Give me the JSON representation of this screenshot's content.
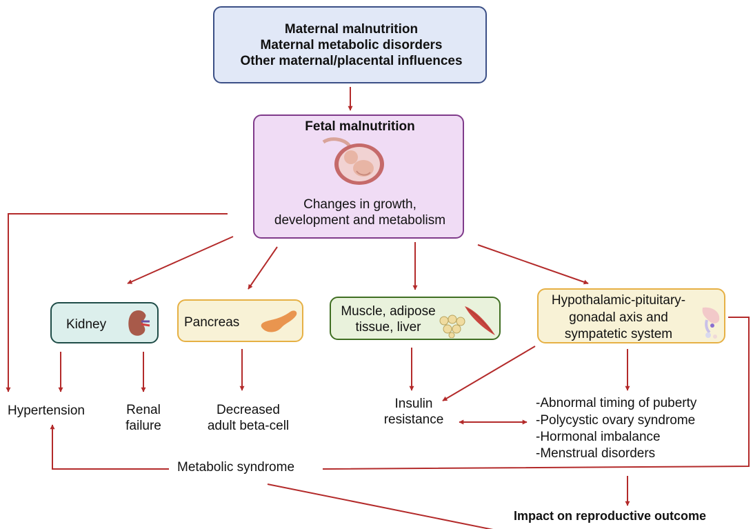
{
  "maternal_box": {
    "line1": "Maternal malnutrition",
    "line2": "Maternal metabolic disorders",
    "line3": "Other maternal/placental influences"
  },
  "fetal_box": {
    "title": "Fetal malnutrition",
    "changes_line1": "Changes in growth,",
    "changes_line2": "development and metabolism",
    "icon": "fetus-in-womb-icon"
  },
  "organs": {
    "kidney": {
      "label": "Kidney",
      "icon": "kidney-icon"
    },
    "pancreas": {
      "label": "Pancreas",
      "icon": "pancreas-icon"
    },
    "muscle": {
      "line1": "Muscle, adipose",
      "line2": "tissue, liver",
      "icons": [
        "muscle-icon",
        "adipose-tissue-icon"
      ]
    },
    "hpg": {
      "line1": "Hypothalamic-pituitary-",
      "line2": "gonadal axis and",
      "line3": "sympatetic system",
      "icon": "pituitary-icon"
    }
  },
  "outcomes": {
    "hypertension": "Hypertension",
    "renal_failure_line1": "Renal",
    "renal_failure_line2": "failure",
    "beta_cell_line1": "Decreased",
    "beta_cell_line2": "adult beta-cell",
    "insulin_line1": "Insulin",
    "insulin_line2": "resistance",
    "reproductive_list": [
      "-Abnormal timing of puberty",
      "-Polycystic ovary syndrome",
      "-Hormonal imbalance",
      "-Menstrual disorders"
    ],
    "metabolic_syndrome": "Metabolic syndrome",
    "reproductive_impact": "Impact on reproductive outcome"
  },
  "colors": {
    "arrow": "#b32a2a",
    "maternal_fill": "#e1e8f7",
    "maternal_border": "#3b4f86",
    "fetal_fill": "#f0dcf5",
    "fetal_border": "#7f3a8a",
    "kidney_fill": "#dcefec",
    "kidney_border": "#1e4c47",
    "yellow_fill": "#f8f2d6",
    "yellow_border": "#e6b044",
    "green_fill": "#e9f2dc",
    "green_border": "#3f6e22"
  }
}
